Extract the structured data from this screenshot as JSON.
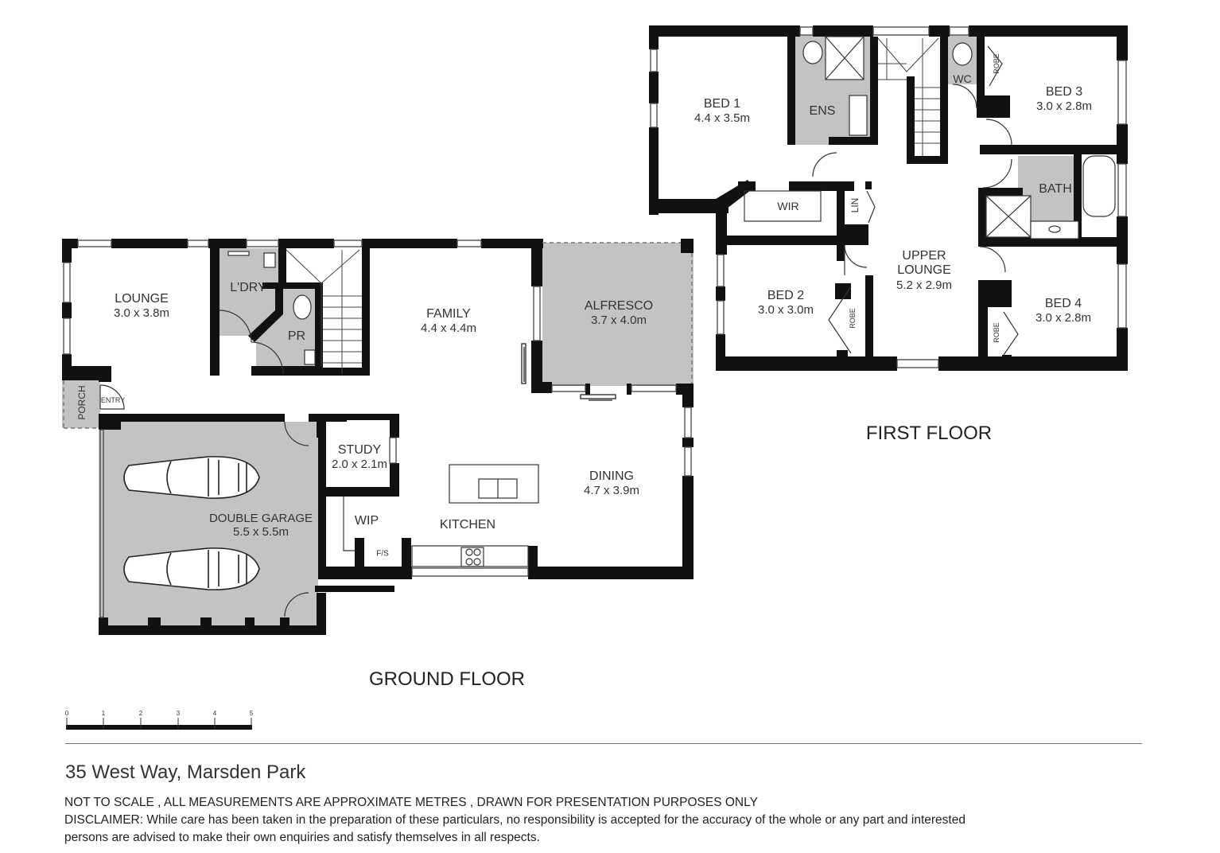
{
  "plan": {
    "colors": {
      "wall": "#111111",
      "shaded_room": "#c3c3c3",
      "window": "#ffffff",
      "text": "#333333"
    },
    "ground_floor": {
      "title": "GROUND FLOOR",
      "rooms": [
        {
          "id": "lounge",
          "name": "LOUNGE",
          "dims": "3.0 x 3.8m"
        },
        {
          "id": "laundry",
          "name": "L'DRY",
          "dims": ""
        },
        {
          "id": "powder",
          "name": "PR",
          "dims": ""
        },
        {
          "id": "family",
          "name": "FAMILY",
          "dims": "4.4 x 4.4m"
        },
        {
          "id": "alfresco",
          "name": "ALFRESCO",
          "dims": "3.7 x 4.0m"
        },
        {
          "id": "porch",
          "name": "PORCH",
          "dims": ""
        },
        {
          "id": "entry",
          "name": "ENTRY",
          "dims": ""
        },
        {
          "id": "study",
          "name": "STUDY",
          "dims": "2.0 x 2.1m"
        },
        {
          "id": "double-garage",
          "name": "DOUBLE GARAGE",
          "dims": "5.5 x 5.5m"
        },
        {
          "id": "wip",
          "name": "WIP",
          "dims": ""
        },
        {
          "id": "fridge-space",
          "name": "F/S",
          "dims": ""
        },
        {
          "id": "kitchen",
          "name": "KITCHEN",
          "dims": ""
        },
        {
          "id": "dining",
          "name": "DINING",
          "dims": "4.7 x 3.9m"
        }
      ]
    },
    "first_floor": {
      "title": "FIRST FLOOR",
      "rooms": [
        {
          "id": "bed-1",
          "name": "BED 1",
          "dims": "4.4 x 3.5m"
        },
        {
          "id": "ensuite",
          "name": "ENS",
          "dims": ""
        },
        {
          "id": "wc",
          "name": "WC",
          "dims": ""
        },
        {
          "id": "robe-bed3",
          "name": "ROBE",
          "dims": ""
        },
        {
          "id": "bed-3",
          "name": "BED 3",
          "dims": "3.0 x 2.8m"
        },
        {
          "id": "bath",
          "name": "BATH",
          "dims": ""
        },
        {
          "id": "wir",
          "name": "WIR",
          "dims": ""
        },
        {
          "id": "linen",
          "name": "LIN",
          "dims": ""
        },
        {
          "id": "upper-lounge",
          "name": "UPPER\nLOUNGE",
          "name_line1": "UPPER",
          "name_line2": "LOUNGE",
          "dims": "5.2 x 2.9m"
        },
        {
          "id": "bed-2",
          "name": "BED 2",
          "dims": "3.0 x 3.0m"
        },
        {
          "id": "robe-bed2",
          "name": "ROBE",
          "dims": ""
        },
        {
          "id": "robe-bed4",
          "name": "ROBE",
          "dims": ""
        },
        {
          "id": "bed-4",
          "name": "BED 4",
          "dims": "3.0 x 2.8m"
        }
      ]
    },
    "scale_bar": {
      "ticks": [
        "0",
        "1",
        "2",
        "3",
        "4",
        "5"
      ],
      "unit": "m"
    }
  },
  "footer": {
    "address": "35 West Way, Marsden Park",
    "note": "NOT TO SCALE , ALL MEASUREMENTS ARE APPROXIMATE METRES , DRAWN FOR PRESENTATION PURPOSES ONLY",
    "disclaimer_line1": "DISCLAIMER:  While care has been taken in the preparation of these particulars, no responsibility is accepted for the accuracy of the whole or any part and interested",
    "disclaimer_line2": "persons are advised to make their own enquiries and satisfy  themselves in all respects."
  }
}
